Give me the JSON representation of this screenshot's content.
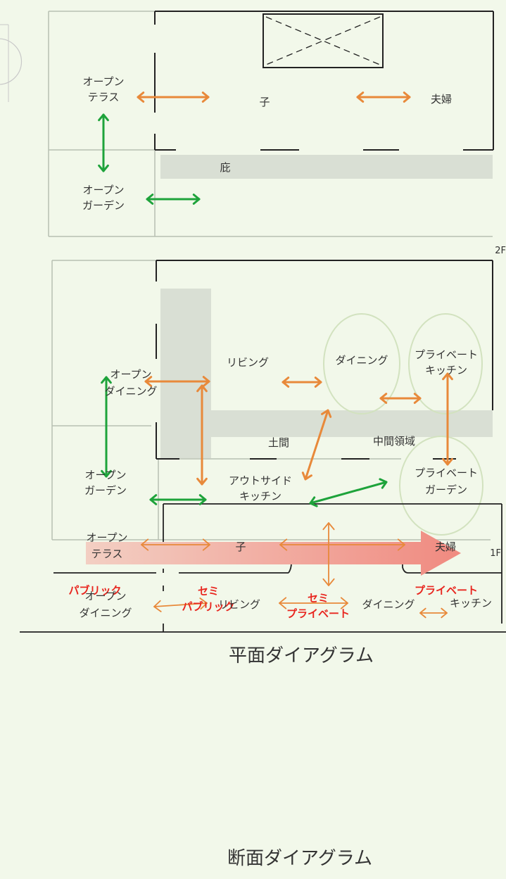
{
  "floor2": {
    "label_tag": "2F",
    "open_terrace": [
      "オープン",
      "テラス"
    ],
    "child": "子",
    "couple": "夫婦",
    "eaves": "庇",
    "open_garden": [
      "オープン",
      "ガーデン"
    ]
  },
  "floor1": {
    "label_tag": "1F",
    "open_dining": [
      "オープン",
      "ダイニング"
    ],
    "living": "リビング",
    "dining": "ダイニング",
    "private_kitchen": [
      "プライベート",
      "キッチン"
    ],
    "doma": "土間",
    "middle_zone": "中間領域",
    "open_garden": [
      "オープン",
      "ガーデン"
    ],
    "outside_kitchen": [
      "アウトサイド",
      "キッチン"
    ],
    "private_garden": [
      "プライベート",
      "ガーデン"
    ]
  },
  "gradient": {
    "zones": [
      {
        "lines": [
          "パブリック"
        ]
      },
      {
        "lines": [
          "セミ",
          "パブリック"
        ]
      },
      {
        "lines": [
          "セミ",
          "プライベート"
        ]
      },
      {
        "lines": [
          "プライベート"
        ]
      }
    ],
    "color_start": "#f3cfc3",
    "color_end": "#f08a80"
  },
  "plan_title": "平面ダイアグラム",
  "section": {
    "open_terrace": [
      "オープン",
      "テラス"
    ],
    "child": "子",
    "couple": "夫婦",
    "open_dining": [
      "オープン",
      "ダイニング"
    ],
    "living": "リビング",
    "dining": "ダイニング",
    "kitchen": "キッチン"
  },
  "section_title": "断面ダイアグラム",
  "colors": {
    "orange_arrow": "#e8893a",
    "green_arrow": "#1ea33b",
    "wall": "#222222",
    "faint_wall": "#b8bfb2",
    "doma_fill": "#d9dfd4",
    "zone_text": "#e8261f",
    "background": "#f2f8ea"
  }
}
